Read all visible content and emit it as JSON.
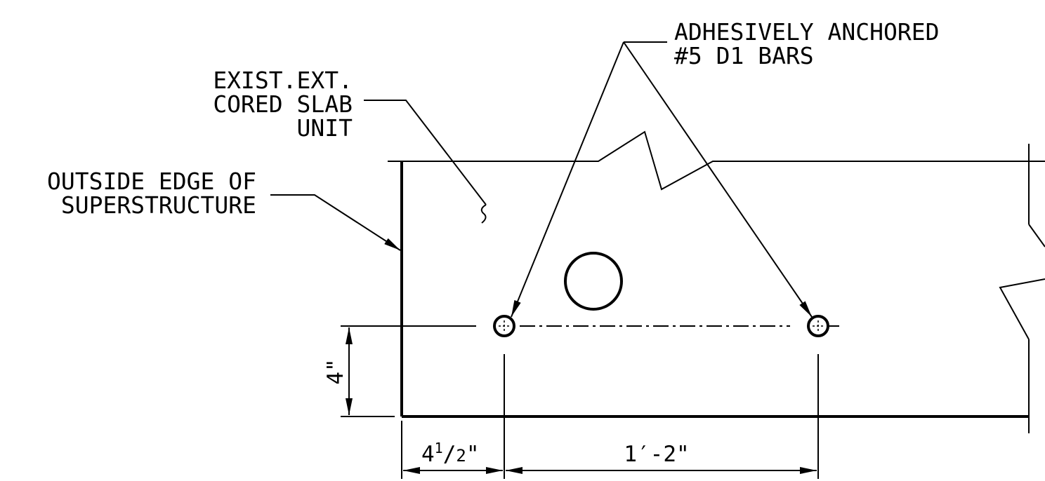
{
  "labels": {
    "exist_slab": [
      "EXIST.EXT.",
      "CORED SLAB",
      "UNIT"
    ],
    "outside_edge": [
      "OUTSIDE EDGE OF",
      "SUPERSTRUCTURE"
    ],
    "adhesive": [
      "ADHESIVELY ANCHORED",
      "#5 D1 BARS"
    ]
  },
  "dimensions": {
    "vertical_4": "4\"",
    "edge_4_half_whole": "4",
    "edge_4_half_num": "1",
    "edge_4_half_den": "2",
    "edge_4_half_inch": "\"",
    "spacing": "1′-2\""
  }
}
